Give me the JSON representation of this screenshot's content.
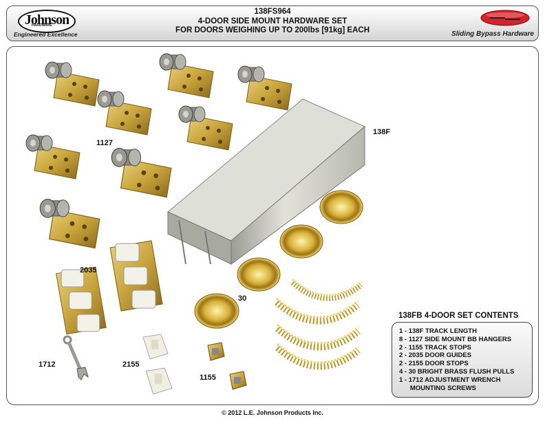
{
  "header": {
    "logo_word": "Johnson",
    "logo_sub": "HARDWARE",
    "logo_tagline": "Engineered Excellence",
    "title_lines": [
      "138FS964",
      "4-DOOR SIDE MOUNT HARDWARE SET",
      "FOR DOORS WEIGHING UP TO 200lbs [91kg] EACH"
    ],
    "category": "Sliding Bypass Hardware"
  },
  "parts": {
    "label_1127": "1127",
    "label_138f": "138F",
    "label_2035": "2035",
    "label_30": "30",
    "label_1712": "1712",
    "label_2155": "2155",
    "label_1155": "1155"
  },
  "contents": {
    "title": "138FB 4-DOOR SET CONTENTS",
    "lines": [
      "1 - 138F TRACK LENGTH",
      "8 - 1127 SIDE MOUNT BB HANGERS",
      "2 - 1155 TRACK STOPS",
      "2 - 2035 DOOR GUIDES",
      "2 - 2155 DOOR STOPS",
      "4 - 30 BRIGHT BRASS FLUSH PULLS",
      "1 - 1712 ADJUSTMENT WRENCH",
      "      MOUNTING SCREWS"
    ]
  },
  "footer": {
    "copyright": "© 2012 L.E. Johnson Products Inc."
  },
  "colors": {
    "brass": "#c9a43c",
    "aluminum": "#cfd0c8",
    "badge_red": "#d2232a"
  }
}
